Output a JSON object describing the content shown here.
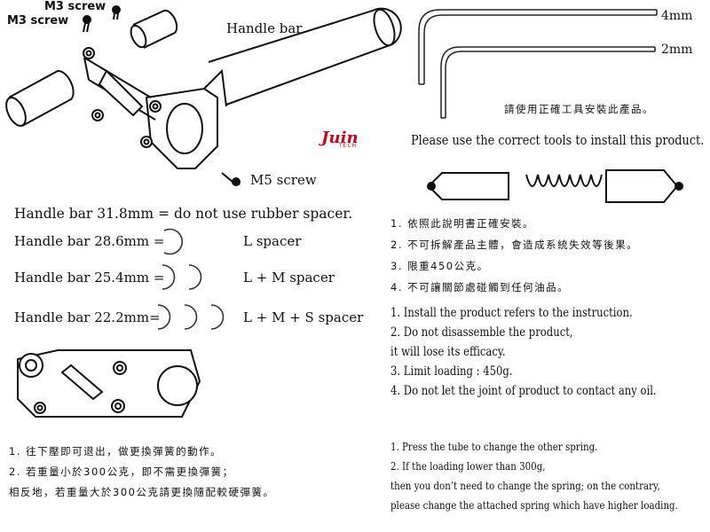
{
  "top_left": {
    "m3_screw_1": "M3 screw",
    "m3_screw_2": "M3 screw",
    "handle_bar": "Handle bar",
    "m5_screw": "M5 screw",
    "logo_main": "Juin",
    "logo_sub": "TECH"
  },
  "spacer_section": {
    "warning": "Handle bar 31.8mm = do not use rubber spacer.",
    "rows": [
      {
        "size": "Handle bar 28.6mm =",
        "spacer": "L  spacer"
      },
      {
        "size": "Handle bar 25.4mm =",
        "spacer": "L + M  spacer"
      },
      {
        "size": "Handle bar 22.2mm=",
        "spacer": "L + M + S  spacer"
      }
    ]
  },
  "tools": {
    "wrench_4mm": "4mm",
    "wrench_2mm": "2mm",
    "note_zh": "請使用正確工具安裝此產品。",
    "note_en": "Please use the correct tools to install this product."
  },
  "instructions_zh": [
    "1.  依照此說明書正確安裝。",
    "2.  不可拆解產品主體，會造成系統失效等後果。",
    "3.  限重450公克。",
    "4.  不可讓關節處碰觸到任何油品。"
  ],
  "instructions_en": [
    "1. Install the product refers to the instruction.",
    "2. Do not disassemble the product,",
    "    it will lose its efficacy.",
    "3. Limit loading : 450g.",
    "4. Do not let the joint of product to contact any oil."
  ],
  "spring_zh": [
    "1.   往下壓即可退出，做更換彈簧的動作。",
    "2.   若重量小於300公克，即不需更換彈簧；",
    "      相反地，若重量大於300公克請更換隨配較硬彈簧。"
  ],
  "spring_en": [
    "1. Press the tube to change the other spring.",
    "2. If the loading lower than 300g,",
    "    then you don’t need to change the spring; on the contrary,",
    "    please change the attached spring which have higher loading."
  ]
}
